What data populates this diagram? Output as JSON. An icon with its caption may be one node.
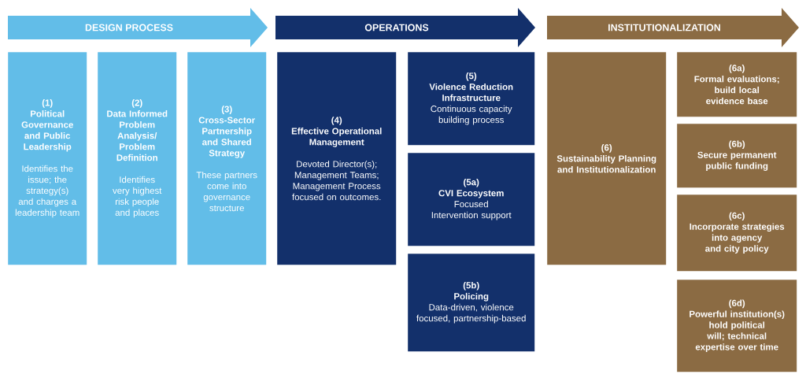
{
  "diagram": {
    "nodes": [
      {
        "text": [
          "DESIGN PROCESS"
        ]
      },
      {
        "text": [
          "OPERATIONS"
        ]
      },
      {
        "text": [
          "INSTITUTIONALIZATION"
        ]
      },
      {
        "text": [
          "(1)",
          "Political Governance and Public Leadership",
          "Identifies the issue; the strategy(s) and charges a leadership team"
        ]
      },
      {
        "text": [
          "(2)",
          "Data Informed Problem Analysis/ Problem Definition",
          "Identifies very highest risk people and places"
        ]
      },
      {
        "text": [
          "(3)",
          "Cross-Sector Partnership and Shared Strategy",
          "These partners come into governance structure"
        ]
      },
      {
        "text": [
          "(4)",
          "Effective Operational Management",
          "Devoted Director(s); Management Teams; Management Process focused on outcomes."
        ]
      },
      {
        "text": [
          "(5)",
          "Violence Reduction Infrastructure",
          "Continuous capacity building process"
        ]
      },
      {
        "text": [
          "(5a)",
          "CVI Ecosystem",
          "Focused Intervention support"
        ]
      },
      {
        "text": [
          "(5b)",
          "Policing",
          "Data-driven, violence focused, partnership-based"
        ]
      },
      {
        "text": [
          "(6)",
          "Sustainability Planning and Institutionalization"
        ]
      },
      {
        "text": [
          "(6a)",
          "Formal evaluations; build local evidence base"
        ]
      },
      {
        "text": [
          "(6b)",
          "Secure permanent public funding"
        ]
      },
      {
        "text": [
          "(6c)",
          "Incorporate strategies into agency and city policy"
        ]
      },
      {
        "text": [
          "(6d)",
          "Powerful institution(s) hold political will; technical expertise over time"
        ]
      }
    ]
  }
}
